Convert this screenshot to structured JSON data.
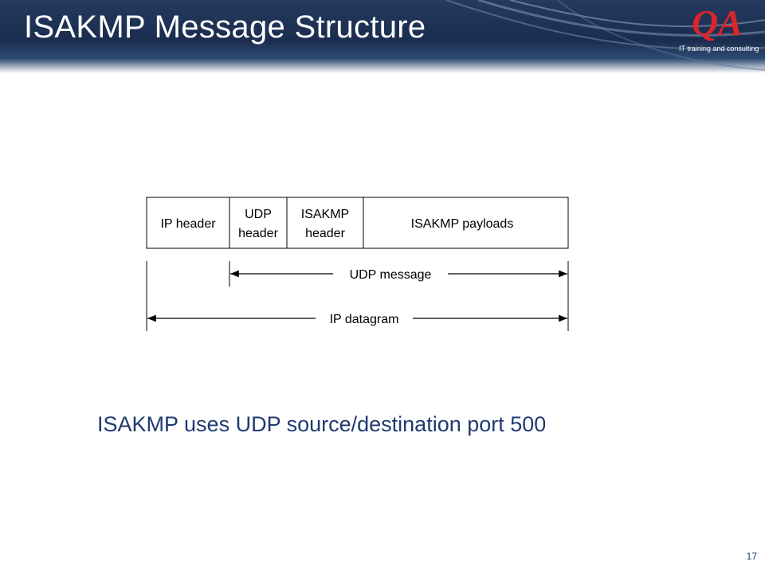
{
  "slide": {
    "title": "ISAKMP Message Structure",
    "footnote": "ISAKMP uses UDP source/destination port 500",
    "page_number": "17"
  },
  "logo": {
    "mark": "QA",
    "tagline": "IT training and consulting",
    "color": "#d9252b"
  },
  "diagram": {
    "fields": [
      {
        "lines": [
          "IP header"
        ]
      },
      {
        "lines": [
          "UDP",
          "header"
        ]
      },
      {
        "lines": [
          "ISAKMP",
          "header"
        ]
      },
      {
        "lines": [
          "ISAKMP payloads"
        ]
      }
    ],
    "spans": [
      {
        "label": "UDP message"
      },
      {
        "label": "IP datagram"
      }
    ]
  },
  "colors": {
    "banner": "#1b2d4f",
    "footnote_text": "#1f3a72",
    "diagram_lines": "#000000"
  }
}
